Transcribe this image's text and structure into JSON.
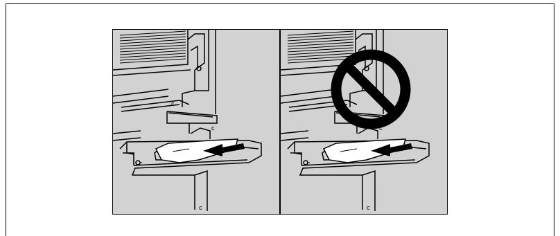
{
  "figure": {
    "type": "manual-illustration",
    "subject": "bypass-tray-paper-loading",
    "panels": [
      {
        "id": "correct",
        "markings": [
          "c",
          "c",
          "c",
          "c"
        ],
        "prohibited": false
      },
      {
        "id": "incorrect",
        "markings": [
          "c",
          "c",
          "c",
          "c"
        ],
        "prohibited": true,
        "symbol": "prohibition-sign"
      }
    ],
    "colors": {
      "panel_fill": "#d2d2d2",
      "line": "#000000",
      "paper": "#ffffff"
    }
  }
}
